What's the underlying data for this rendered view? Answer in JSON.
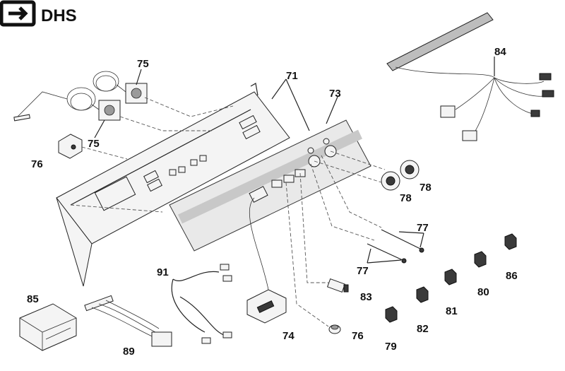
{
  "logo": {
    "text": "DHS"
  },
  "labels": {
    "l71": "71",
    "l73": "73",
    "l74": "74",
    "l75a": "75",
    "l75b": "75",
    "l76a": "76",
    "l76b": "76",
    "l77a": "77",
    "l77b": "77",
    "l78a": "78",
    "l78b": "78",
    "l79": "79",
    "l80": "80",
    "l81": "81",
    "l82": "82",
    "l83": "83",
    "l84": "84",
    "l85": "85",
    "l86": "86",
    "l89": "89",
    "l91": "91"
  }
}
